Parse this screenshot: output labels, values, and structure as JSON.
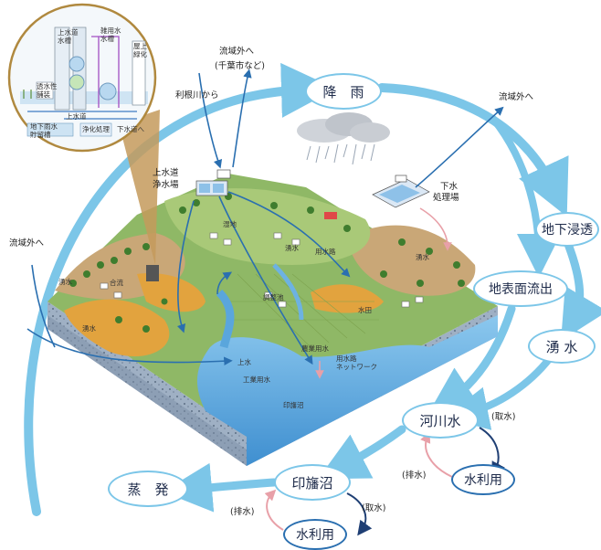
{
  "cycle": {
    "rain": "降　雨",
    "ground_infiltration": "地下浸透",
    "surface_runoff": "地表面流出",
    "spring": "湧 水",
    "river_water": "河川水",
    "water_use_river": "水利用",
    "inbanuma": "印旛沼",
    "water_use_lake": "水利用",
    "evaporation": "蒸　発",
    "intake_river": "(取水)",
    "drain_river": "(排水)",
    "intake_lake": "(取水)",
    "drain_lake": "(排水)"
  },
  "map_labels": {
    "outflow_top": "流域外へ",
    "outflow_top_sub": "(千葉市など)",
    "from_tone": "利根川から",
    "outflow_right": "流域外へ",
    "outflow_left": "流域外へ",
    "water_plant_1": "上水道",
    "water_plant_2": "浄水場",
    "sewage_plant_1": "下水",
    "sewage_plant_2": "処理場",
    "marsh": "湿地",
    "yusui_1": "湧水",
    "yusui_2": "湧水",
    "yusui_3": "湧水",
    "yusui_4": "湧水",
    "canal": "用水路",
    "farmland": "水田",
    "goseki": "合流",
    "rice_irrigation": "農業用水",
    "water_network": "用水路\nネットワーク",
    "tap": "上水",
    "industrial": "工業用水",
    "lake": "印旛沼",
    "rainwater": "調整池"
  },
  "inset": {
    "tank1": "上水道\n水槽",
    "tank2": "雑用水\n水槽",
    "tank3": "屋上\n緑化",
    "permeable": "透水性\n舗装",
    "storage": "地下雨水\n貯留槽",
    "treatment": "浄化処理",
    "pipe": "下水道へ",
    "tap_pipe": "上水道"
  },
  "colors": {
    "arrow_light": "#7cc6e8",
    "arrow_dark": "#2a6fb0",
    "arrow_pink": "#e8a0a8",
    "lake": "#5aa6dc",
    "soil": "#c9a777",
    "slope": "#e2a33e",
    "field": "#9fc36b"
  }
}
